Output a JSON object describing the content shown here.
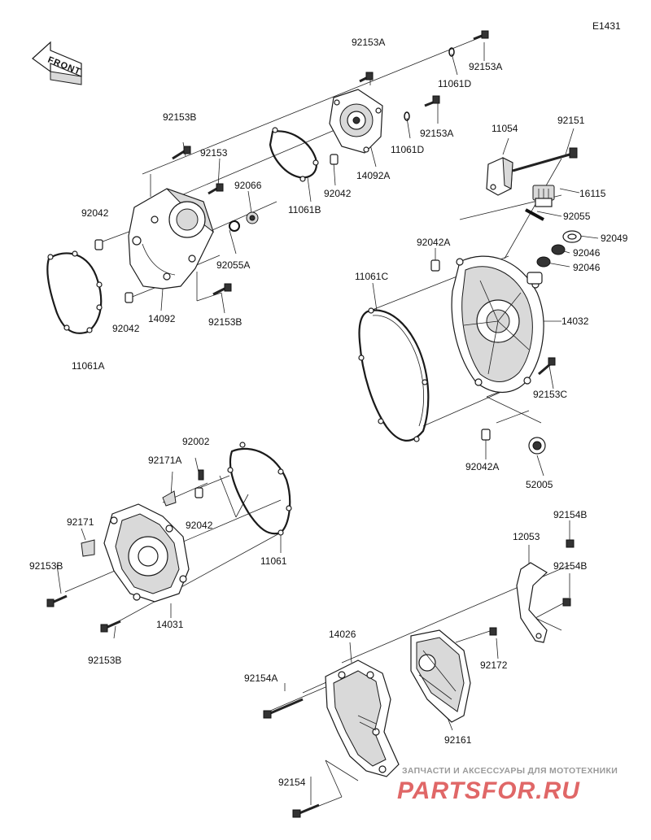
{
  "diagram_code": "E1431",
  "front_label": "FRONT",
  "labels": {
    "p92153A_1": "92153A",
    "p92153A_2": "92153A",
    "p92153A_3": "92153A",
    "p11061D_1": "11061D",
    "p11061D_2": "11061D",
    "p92153B_1": "92153B",
    "p92153_1": "92153",
    "p92066": "92066",
    "p92042_1": "92042",
    "p92042_2": "92042",
    "p92042_3": "92042",
    "p92042_4": "92042",
    "p11061B": "11061B",
    "p14092A": "14092A",
    "p92055A": "92055A",
    "p14092": "14092",
    "p92153B_2": "92153B",
    "p11061A": "11061A",
    "p11054": "11054",
    "p92151": "92151",
    "p16115": "16115",
    "p92055": "92055",
    "p92042A_1": "92042A",
    "p92049": "92049",
    "p92046_1": "92046",
    "p92046_2": "92046",
    "p11061C": "11061C",
    "p14032": "14032",
    "p92153C": "92153C",
    "p92042A_2": "92042A",
    "p52005": "52005",
    "p92002": "92002",
    "p92171A": "92171A",
    "p92171": "92171",
    "p92153B_3": "92153B",
    "p92153B_4": "92153B",
    "p14031": "14031",
    "p11061": "11061",
    "p92154B_1": "92154B",
    "p12053": "12053",
    "p92154B_2": "92154B",
    "p14026": "14026",
    "p92154A": "92154A",
    "p92172": "92172",
    "p92161": "92161",
    "p92154": "92154"
  },
  "watermark": {
    "tagline": "ЗАПЧАСТИ И АКСЕССУАРЫ ДЛЯ МОТОТЕХНИКИ",
    "brand": "PARTSFOR.RU"
  }
}
